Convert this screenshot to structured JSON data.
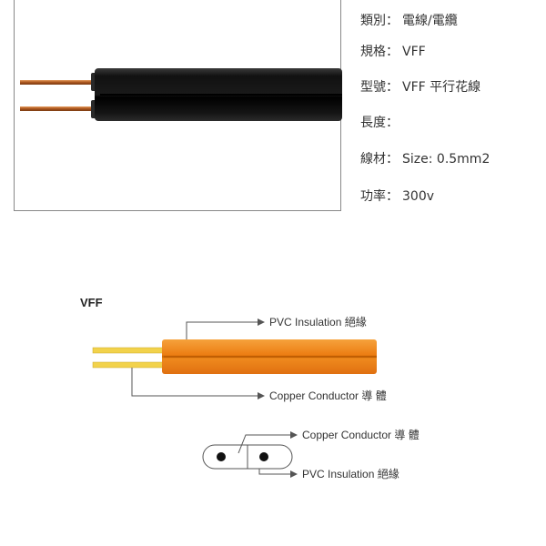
{
  "product_photo": {
    "colors": {
      "jacket": "#1c1c1c",
      "copper": "#b5651d"
    }
  },
  "specs": [
    {
      "label": "類別：",
      "value": "電線/電纜"
    },
    {
      "label": "規格：",
      "value": "VFF"
    },
    {
      "label": "型號：",
      "value": "VFF 平行花線"
    },
    {
      "label": "長度：",
      "value": ""
    },
    {
      "label": "線材：",
      "value": "Size: 0.5mm2"
    },
    {
      "label": "功率：",
      "value": "300v"
    }
  ],
  "diagram": {
    "title": "VFF",
    "side_view": {
      "insulation_label": "PVC  Insulation 絕緣",
      "conductor_label": "Copper Conductor 導 體"
    },
    "cross_section": {
      "conductor_label": "Copper Conductor 導 體",
      "insulation_label": "PVC Insulation 絕緣"
    },
    "colors": {
      "insulation": "#f08a1c",
      "conductor": "#f2d24b",
      "line": "#555555"
    }
  }
}
